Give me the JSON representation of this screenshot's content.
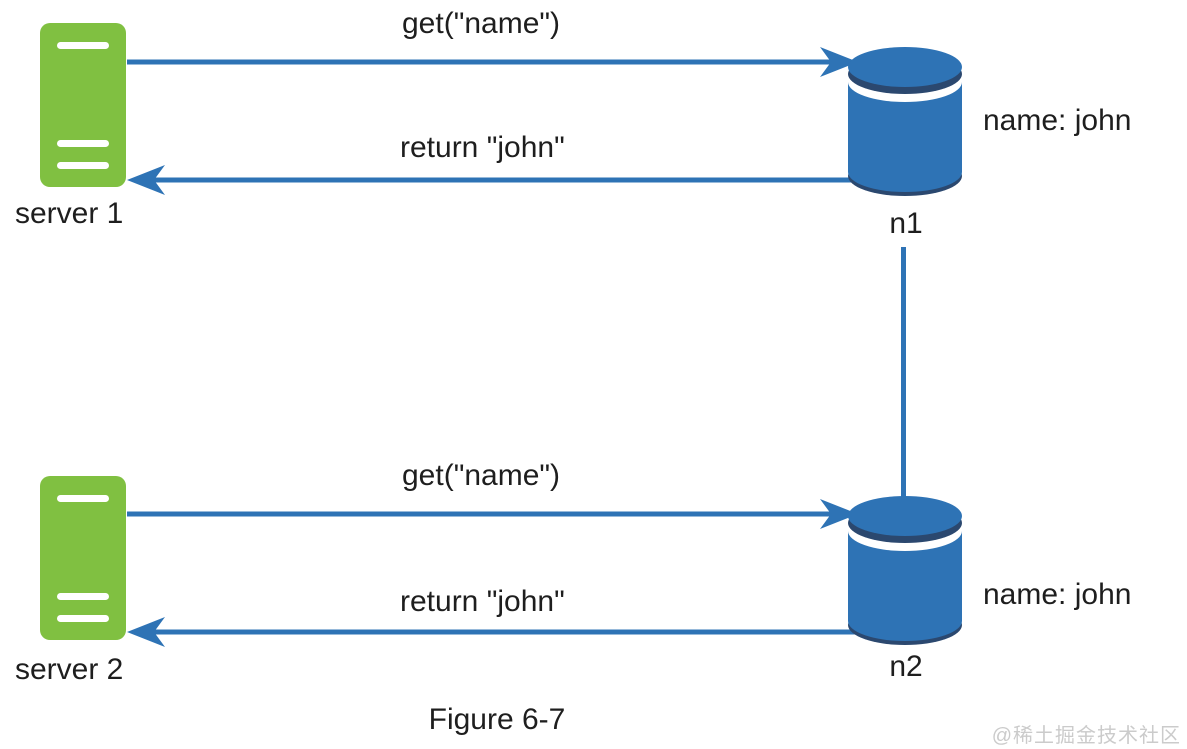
{
  "diagram": {
    "caption": "Figure 6-7",
    "watermark": "@稀土掘金技术社区",
    "colors": {
      "server_green": "#80C041",
      "link_blue": "#2E73B5",
      "cylinder_blue": "#2E73B5",
      "cylinder_rim_dark": "#2B486F",
      "text": "#1e1e1e",
      "watermark_gray": "#cbcbcb"
    },
    "groups": [
      {
        "server_label": "server 1",
        "request_label": "get(\"name\")",
        "response_label": "return \"john\"",
        "node_label": "n1",
        "node_value": "name: john"
      },
      {
        "server_label": "server 2",
        "request_label": "get(\"name\")",
        "response_label": "return \"john\"",
        "node_label": "n2",
        "node_value": "name: john"
      }
    ]
  }
}
